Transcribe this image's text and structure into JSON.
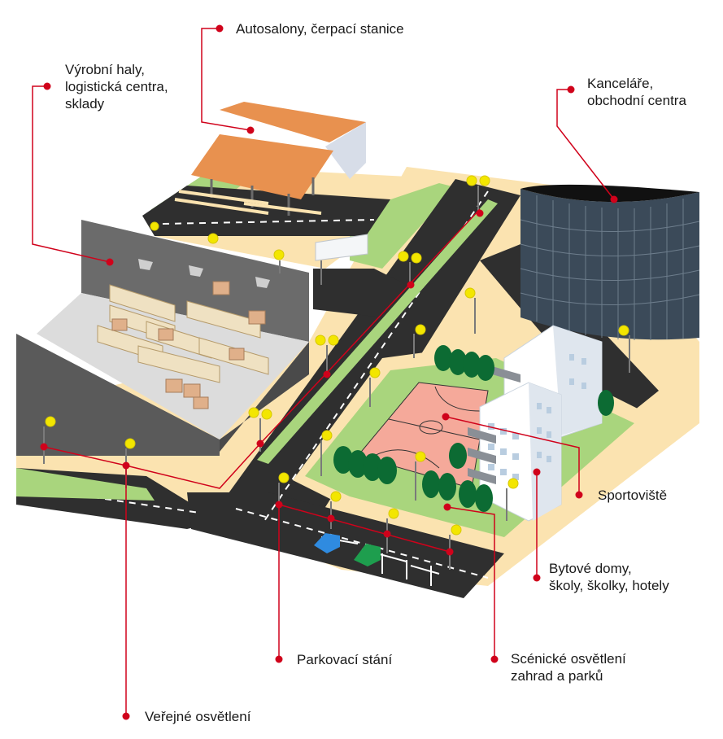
{
  "colors": {
    "leader": "#d0021b",
    "road": "#2f2f2f",
    "sidewalk": "#fbe3b0",
    "grass": "#a9d57d",
    "lamp_glow": "#f3e600",
    "court": "#f5a99a",
    "roof_orange": "#e8914f",
    "tree": "#0c6b33",
    "glass_building": "#3b4a59"
  },
  "labels": {
    "car_dealers": {
      "lines": [
        "Autosalony, čerpací stanice"
      ]
    },
    "industrial": {
      "lines": [
        "Výrobní haly,",
        "logistická centra,",
        "sklady"
      ]
    },
    "offices": {
      "lines": [
        "Kanceláře,",
        "obchodní centra"
      ]
    },
    "sports": {
      "lines": [
        "Sportoviště"
      ]
    },
    "residential": {
      "lines": [
        "Bytové domy,",
        "školy, školky, hotely"
      ]
    },
    "parking": {
      "lines": [
        "Parkovací stání"
      ]
    },
    "scenic": {
      "lines": [
        "Scénické osvětlení",
        "zahrad a parků"
      ]
    },
    "public": {
      "lines": [
        "Veřejné osvětlení"
      ]
    }
  },
  "icons": {
    "street_lamp": "street-lamp-icon",
    "tree": "tree-icon",
    "car": "car-icon"
  }
}
